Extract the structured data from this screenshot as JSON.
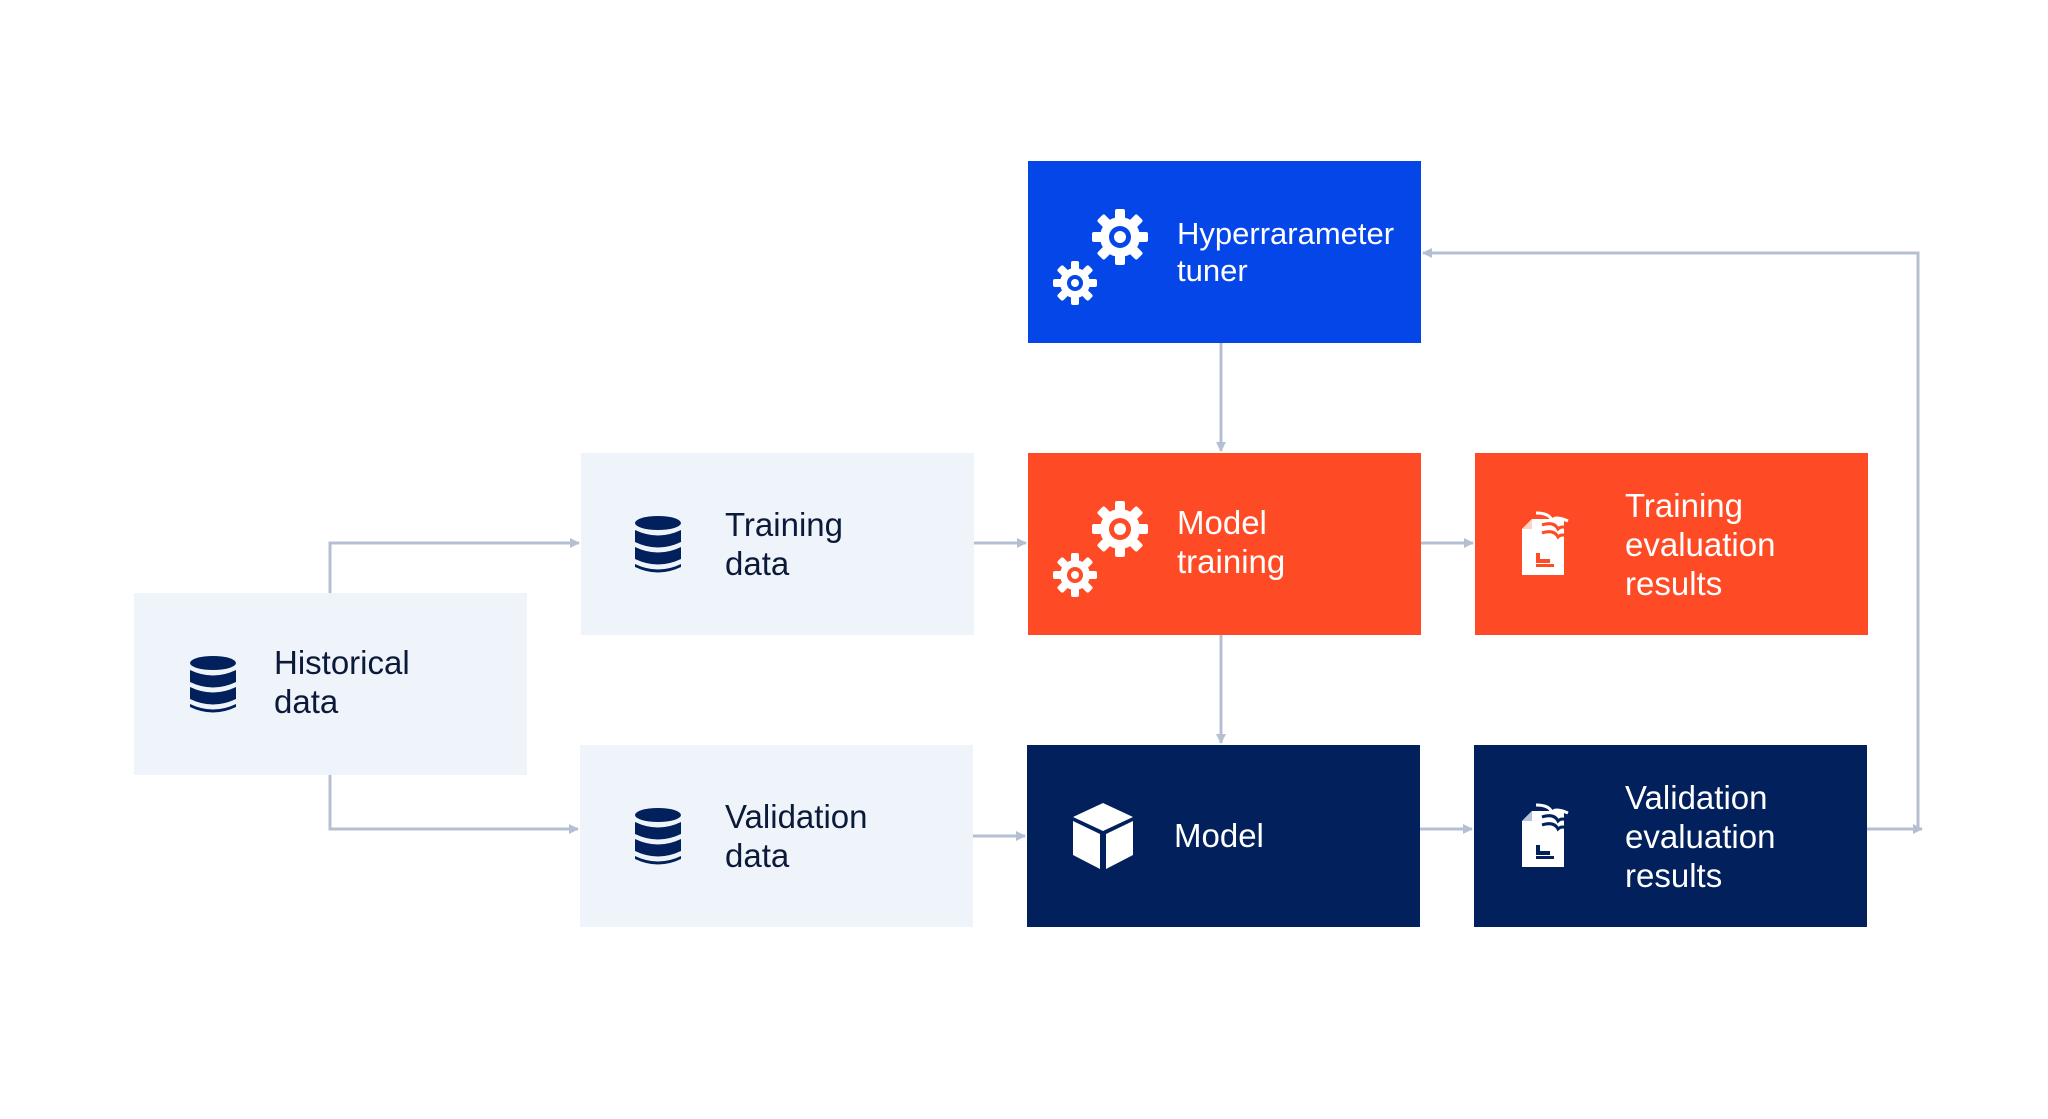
{
  "diagram": {
    "nodes": {
      "historical": {
        "label": "Historical\ndata",
        "icon": "database-icon"
      },
      "training_data": {
        "label": "Training\ndata",
        "icon": "database-icon"
      },
      "validation_data": {
        "label": "Validation\ndata",
        "icon": "database-icon"
      },
      "tuner": {
        "label": "Hyperrarameter\ntuner",
        "icon": "gears-icon"
      },
      "model_training": {
        "label": "Model\ntraining",
        "icon": "gears-icon"
      },
      "training_eval": {
        "label": "Training\nevaluation\nresults",
        "icon": "report-icon"
      },
      "model": {
        "label": "Model",
        "icon": "cube-icon"
      },
      "validation_eval": {
        "label": "Validation\nevaluation\nresults",
        "icon": "report-icon"
      }
    },
    "edges": [
      {
        "from": "Historical data",
        "to": "Training data"
      },
      {
        "from": "Historical data",
        "to": "Validation data"
      },
      {
        "from": "Training data",
        "to": "Model training"
      },
      {
        "from": "Validation data",
        "to": "Model"
      },
      {
        "from": "Hyperrarameter tuner",
        "to": "Model training"
      },
      {
        "from": "Model training",
        "to": "Training evaluation results"
      },
      {
        "from": "Model training",
        "to": "Model"
      },
      {
        "from": "Model",
        "to": "Validation evaluation results"
      },
      {
        "from": "Validation evaluation results",
        "to": "Hyperrarameter tuner"
      }
    ],
    "colors": {
      "input_box": "#eff4fb",
      "tuner_box": "#0546e8",
      "training_box": "#ff4b25",
      "model_box": "#02215c",
      "connector": "#b4bfd2",
      "dark_icon": "#02215c"
    }
  }
}
